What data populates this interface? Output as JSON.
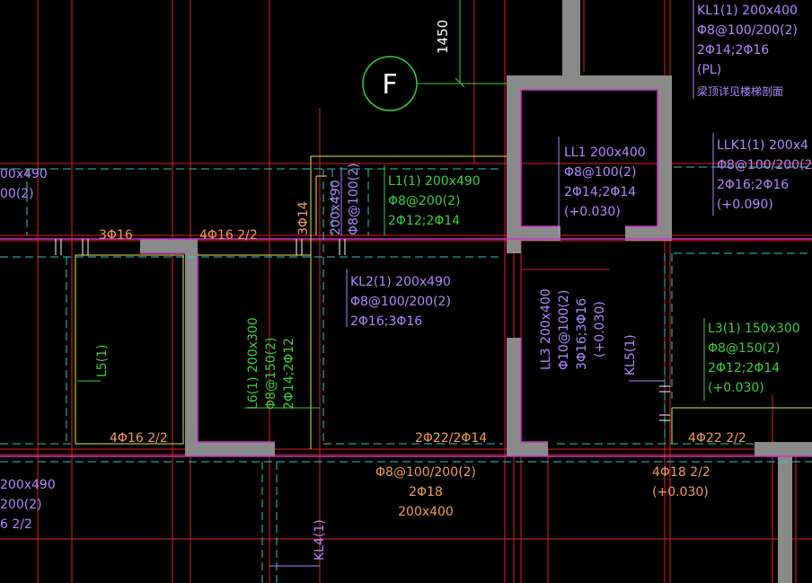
{
  "colors": {
    "red": "#e02020",
    "wall": "#8a8a8a",
    "magenta": "#cc33cc",
    "cyan": "#38c8c8",
    "yellow": "#e8e84a",
    "green": "#3ad23a",
    "purple": "#b088ff",
    "orange": "#f0a050",
    "white": "#ffffff"
  },
  "grid": {
    "axis_label": "F",
    "dimension": "1450"
  },
  "beams": {
    "kl1": [
      "KL1(1) 200x400",
      "Φ8@100/200(2)",
      "2Φ14;2Φ16",
      "(PL)",
      "梁顶详见楼梯剖面"
    ],
    "ll1": [
      "LL1 200x400",
      "Φ8@100(2)",
      "2Φ14;2Φ14",
      "(+0.030)"
    ],
    "llk1": [
      "LLK1(1) 200x4",
      "Φ8@100/200(2",
      "2Φ16;2Φ16",
      "(+0.090)"
    ],
    "left_partial": [
      "00x490",
      "00(2)"
    ],
    "l1": [
      "L1(1) 200x490",
      "Φ8@200(2)",
      "2Φ12;2Φ14"
    ],
    "vertical_200x490": [
      "200x490",
      "Φ8@100(2)"
    ],
    "kl2": [
      "KL2(1) 200x490",
      "Φ8@100/200(2)",
      "2Φ16;3Φ16"
    ],
    "l3": [
      "L3(1) 150x300",
      "Φ8@150(2)",
      "2Φ12;2Φ14",
      "(+0.030)"
    ],
    "l6": [
      "L6(1) 200x300",
      "Φ8@150(2)",
      "2Φ14;2Φ12"
    ],
    "ll3": [
      "LL3 200x400",
      "Φ10@100(2)",
      "3Φ16;3Φ16",
      "(+0.030)"
    ],
    "l5": "L5(1)",
    "kl5": "KL5(1)",
    "kl4": "KL4(1)",
    "bottom_center": [
      "Φ8@100/200(2)",
      "2Φ18",
      "200x400"
    ],
    "bottom_right": [
      "4Φ18 2/2",
      "(+0.030)"
    ],
    "bottom_left": [
      "200x490",
      "200(2)",
      "6 2/2"
    ]
  },
  "rebar_marks": {
    "r1": "3Φ16",
    "r2": "4Φ16 2/2",
    "r3": "3Φ14",
    "r4": "4Φ16 2/2",
    "r5": "2Φ22/2Φ14",
    "r6": "4Φ22 2/2"
  }
}
